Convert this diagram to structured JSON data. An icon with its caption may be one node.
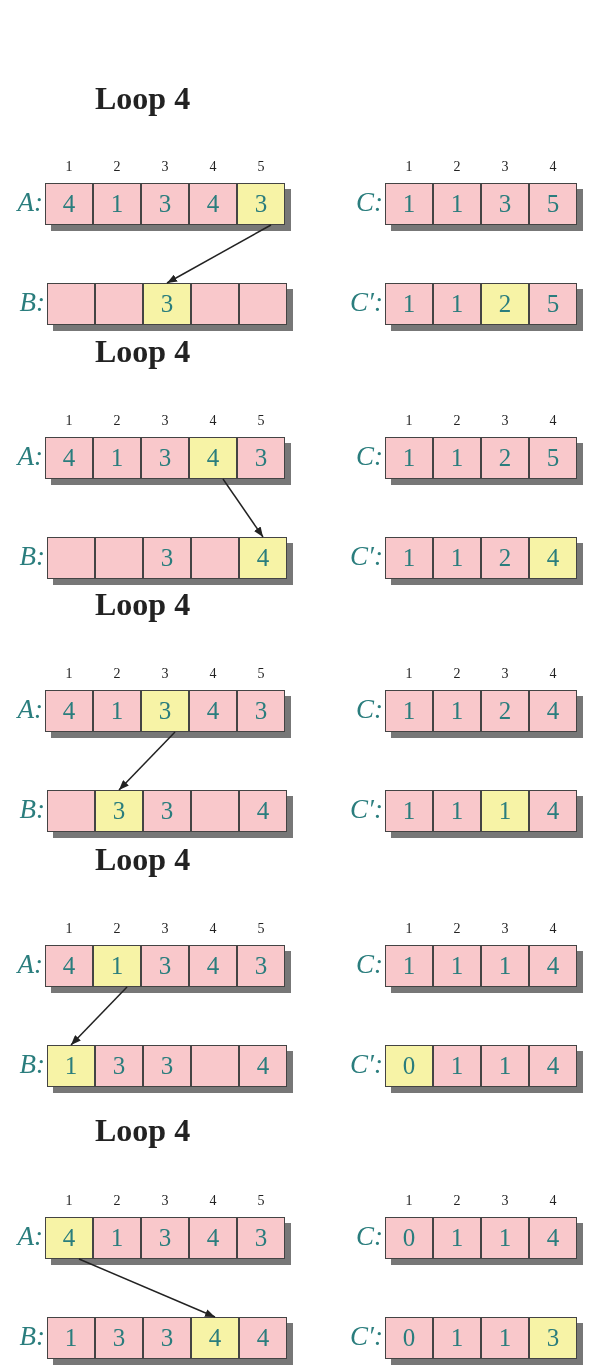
{
  "diagram": {
    "nodes": [
      {
        "text": [
          "A:"
        ]
      },
      {
        "text": [
          "4"
        ],
        "in": 0,
        "beside": [
          "1"
        ]
      },
      {
        "text": [
          "1"
        ],
        "in": 0,
        "beside": [
          "2"
        ]
      },
      {
        "text": [
          "3"
        ],
        "in": 0,
        "beside": [
          "3"
        ]
      },
      {
        "text": [
          "4"
        ],
        "in": 0,
        "beside": [
          "4"
        ]
      },
      {
        "text": [
          "3"
        ],
        "in": 0,
        "beside": [
          "5"
        ]
      },
      {
        "text": [
          "C:"
        ]
      },
      {
        "text": [
          "1"
        ],
        "in": 6,
        "beside": [
          "1"
        ]
      },
      {
        "text": [
          "1"
        ],
        "in": 6,
        "beside": [
          "2"
        ]
      },
      {
        "text": [
          "3"
        ],
        "in": 6,
        "beside": [
          "3"
        ]
      },
      {
        "text": [
          "5"
        ],
        "in": 6,
        "beside": [
          "4"
        ]
      },
      {
        "text": [
          "B:"
        ]
      },
      {
        "text": [],
        "shape": "box",
        "in": 11
      },
      {
        "text": [],
        "shape": "box",
        "in": 11
      },
      {
        "text": [
          "3"
        ],
        "in": 11
      },
      {
        "text": [],
        "shape": "box",
        "in": 11
      },
      {
        "text": [],
        "shape": "box",
        "in": 11
      },
      {
        "text": [
          "C′:"
        ]
      },
      {
        "text": [
          "1"
        ],
        "in": 17
      },
      {
        "text": [
          "1"
        ],
        "in": 17
      },
      {
        "text": [
          "2"
        ],
        "in": 17
      },
      {
        "text": [
          "5"
        ],
        "in": 17
      },
      {
        "text": [
          "A:"
        ]
      },
      {
        "text": [
          "4"
        ],
        "in": 22,
        "beside": [
          "1"
        ]
      },
      {
        "text": [
          "1"
        ],
        "in": 22,
        "beside": [
          "2"
        ]
      },
      {
        "text": [
          "3"
        ],
        "in": 22,
        "beside": [
          "3"
        ]
      },
      {
        "text": [
          "4"
        ],
        "in": 22,
        "beside": [
          "4"
        ]
      },
      {
        "text": [
          "3"
        ],
        "in": 22,
        "beside": [
          "5"
        ]
      },
      {
        "text": [
          "C:"
        ]
      },
      {
        "text": [
          "1"
        ],
        "in": 28,
        "beside": [
          "1"
        ]
      },
      {
        "text": [
          "1"
        ],
        "in": 28,
        "beside": [
          "2"
        ]
      },
      {
        "text": [
          "2"
        ],
        "in": 28,
        "beside": [
          "3"
        ]
      },
      {
        "text": [
          "5"
        ],
        "in": 28,
        "beside": [
          "4"
        ]
      },
      {
        "text": [
          "B:"
        ]
      },
      {
        "text": [],
        "shape": "box",
        "in": 33
      },
      {
        "text": [],
        "shape": "box",
        "in": 33
      },
      {
        "text": [
          "3"
        ],
        "in": 33
      },
      {
        "text": [],
        "shape": "box",
        "in": 33
      },
      {
        "text": [
          "4"
        ],
        "in": 33
      },
      {
        "text": [
          "C′:"
        ]
      },
      {
        "text": [
          "1"
        ],
        "in": 39
      },
      {
        "text": [
          "1"
        ],
        "in": 39
      },
      {
        "text": [
          "2"
        ],
        "in": 39
      },
      {
        "text": [
          "4"
        ],
        "in": 39
      },
      {
        "text": [
          "A:"
        ]
      },
      {
        "text": [
          "4"
        ],
        "in": 44,
        "beside": [
          "1"
        ]
      },
      {
        "text": [
          "1"
        ],
        "in": 44,
        "beside": [
          "2"
        ]
      },
      {
        "text": [
          "3"
        ],
        "in": 44,
        "beside": [
          "3"
        ]
      },
      {
        "text": [
          "4"
        ],
        "in": 44,
        "beside": [
          "4"
        ]
      },
      {
        "text": [
          "3"
        ],
        "in": 44,
        "beside": [
          "5"
        ]
      },
      {
        "text": [
          "C:"
        ]
      },
      {
        "text": [
          "1"
        ],
        "in": 50,
        "beside": [
          "1"
        ]
      },
      {
        "text": [
          "1"
        ],
        "in": 50,
        "beside": [
          "2"
        ]
      },
      {
        "text": [
          "2"
        ],
        "in": 50,
        "beside": [
          "3"
        ]
      },
      {
        "text": [
          "4"
        ],
        "in": 50,
        "beside": [
          "4"
        ]
      },
      {
        "text": [
          "B:"
        ]
      },
      {
        "text": [],
        "shape": "box",
        "in": 55
      },
      {
        "text": [
          "3"
        ],
        "in": 55
      },
      {
        "text": [
          "3"
        ],
        "in": 55
      },
      {
        "text": [],
        "shape": "box",
        "in": 55
      },
      {
        "text": [
          "4"
        ],
        "in": 55
      },
      {
        "text": [
          "C′:"
        ]
      },
      {
        "text": [
          "1"
        ],
        "in": 61
      },
      {
        "text": [
          "1"
        ],
        "in": 61
      },
      {
        "text": [
          "1"
        ],
        "in": 61
      },
      {
        "text": [
          "4"
        ],
        "in": 61
      },
      {
        "text": [
          "A:"
        ]
      },
      {
        "text": [
          "4"
        ],
        "in": 66,
        "beside": [
          "1"
        ]
      },
      {
        "text": [
          "1"
        ],
        "in": 66,
        "beside": [
          "2"
        ]
      },
      {
        "text": [
          "3"
        ],
        "in": 66,
        "beside": [
          "3"
        ]
      },
      {
        "text": [
          "4"
        ],
        "in": 66,
        "beside": [
          "4"
        ]
      },
      {
        "text": [
          "3"
        ],
        "in": 66,
        "beside": [
          "5"
        ]
      },
      {
        "text": [
          "C:"
        ]
      },
      {
        "text": [
          "1"
        ],
        "in": 72,
        "beside": [
          "1"
        ]
      },
      {
        "text": [
          "1"
        ],
        "in": 72,
        "beside": [
          "2"
        ]
      },
      {
        "text": [
          "1"
        ],
        "in": 72,
        "beside": [
          "3"
        ]
      },
      {
        "text": [
          "4"
        ],
        "in": 72,
        "beside": [
          "4"
        ]
      },
      {
        "text": [
          "B:"
        ]
      },
      {
        "text": [
          "1"
        ],
        "in": 77
      },
      {
        "text": [
          "3"
        ],
        "in": 77
      },
      {
        "text": [
          "3"
        ],
        "in": 77
      },
      {
        "text": [],
        "shape": "box",
        "in": 77
      },
      {
        "text": [
          "4"
        ],
        "in": 77
      },
      {
        "text": [
          "C′:"
        ]
      },
      {
        "text": [
          "0"
        ],
        "in": 83
      },
      {
        "text": [
          "1"
        ],
        "in": 83
      },
      {
        "text": [
          "1"
        ],
        "in": 83
      },
      {
        "text": [
          "4"
        ],
        "in": 83
      },
      {
        "text": [
          "A:"
        ]
      },
      {
        "text": [
          "4"
        ],
        "in": 88,
        "beside": [
          "1"
        ]
      },
      {
        "text": [
          "1"
        ],
        "in": 88,
        "beside": [
          "2"
        ]
      },
      {
        "text": [
          "3"
        ],
        "in": 88,
        "beside": [
          "3"
        ]
      },
      {
        "text": [
          "4"
        ],
        "in": 88,
        "beside": [
          "4"
        ]
      },
      {
        "text": [
          "3"
        ],
        "in": 88,
        "beside": [
          "5"
        ]
      },
      {
        "text": [
          "C:"
        ]
      },
      {
        "text": [
          "0"
        ],
        "in": 94,
        "beside": [
          "1"
        ]
      },
      {
        "text": [
          "1"
        ],
        "in": 94,
        "beside": [
          "2"
        ]
      },
      {
        "text": [
          "1"
        ],
        "in": 94,
        "beside": [
          "3"
        ]
      },
      {
        "text": [
          "4"
        ],
        "in": 94,
        "beside": [
          "4"
        ]
      },
      {
        "text": [
          "B:"
        ]
      },
      {
        "text": [
          "1"
        ],
        "in": 99
      },
      {
        "text": [
          "3"
        ],
        "in": 99
      },
      {
        "text": [
          "3"
        ],
        "in": 99
      },
      {
        "text": [
          "4"
        ],
        "in": 99
      },
      {
        "text": [
          "4"
        ],
        "in": 99
      },
      {
        "text": [
          "C′:"
        ]
      },
      {
        "text": [
          "0"
        ],
        "in": 105
      },
      {
        "text": [
          "1"
        ],
        "in": 105
      },
      {
        "text": [
          "1"
        ],
        "in": 105
      },
      {
        "text": [
          "3"
        ],
        "in": 105
      }
    ],
    "edges": [
      {
        "from": 5,
        "to": 14,
        "arrow": "to"
      },
      {
        "from": 26,
        "to": 38,
        "arrow": "to"
      },
      {
        "from": 47,
        "to": 57,
        "arrow": "to"
      },
      {
        "from": 68,
        "to": 78,
        "arrow": "to"
      },
      {
        "from": 89,
        "to": 103,
        "arrow": "to"
      }
    ],
    "labels": [
      "Loop 4",
      "Loop 4",
      "Loop 4",
      "Loop 4",
      "Loop 4"
    ]
  }
}
